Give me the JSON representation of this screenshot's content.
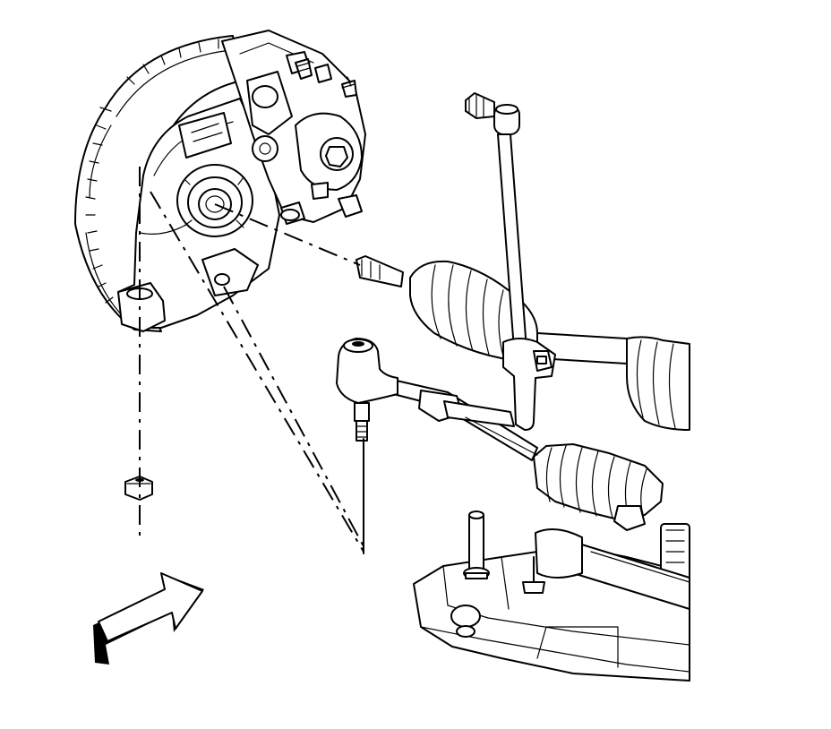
{
  "figure": {
    "background": "#ffffff",
    "line_color": "#000000",
    "parts": [
      "brake-rotor",
      "brake-caliper",
      "steering-knuckle",
      "wheel-bearing-hub",
      "drive-axle-shaft",
      "axle-cv-boot",
      "stabilizer-link",
      "outer-tie-rod-end",
      "tie-rod",
      "steering-gear-boot",
      "lower-control-arm",
      "ball-joint-nut",
      "direction-arrow"
    ]
  }
}
